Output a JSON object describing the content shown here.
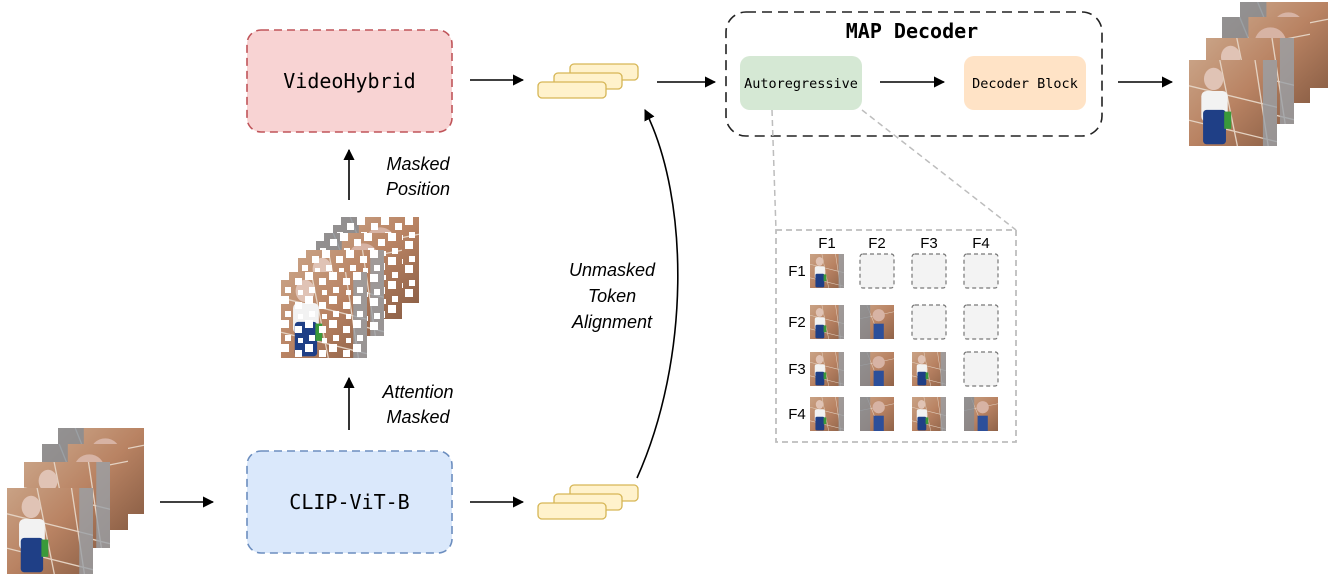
{
  "modules": {
    "video_hybrid": "VideoHybrid",
    "clip": "CLIP-ViT-B",
    "map_decoder_title": "MAP Decoder",
    "autoregressive": "Autoregressive",
    "decoder_block": "Decoder Block"
  },
  "labels": {
    "masked_position": [
      "Masked",
      "Position"
    ],
    "attention_masked": [
      "Attention",
      "Masked"
    ],
    "unmasked_alignment": [
      "Unmasked",
      "Token",
      "Alignment"
    ]
  },
  "matrix": {
    "col_headers": [
      "F1",
      "F2",
      "F3",
      "F4"
    ],
    "row_headers": [
      "F1",
      "F2",
      "F3",
      "F4"
    ]
  },
  "colors": {
    "video_hybrid_fill": "#f8d3d3",
    "video_hybrid_stroke": "#c0555a",
    "clip_fill": "#dae8fb",
    "clip_stroke": "#6c8ebf",
    "autoregressive_fill": "#d5e8d4",
    "decoder_block_fill": "#ffe3c6",
    "token_fill": "#fff2cc",
    "token_stroke": "#d6b656"
  }
}
